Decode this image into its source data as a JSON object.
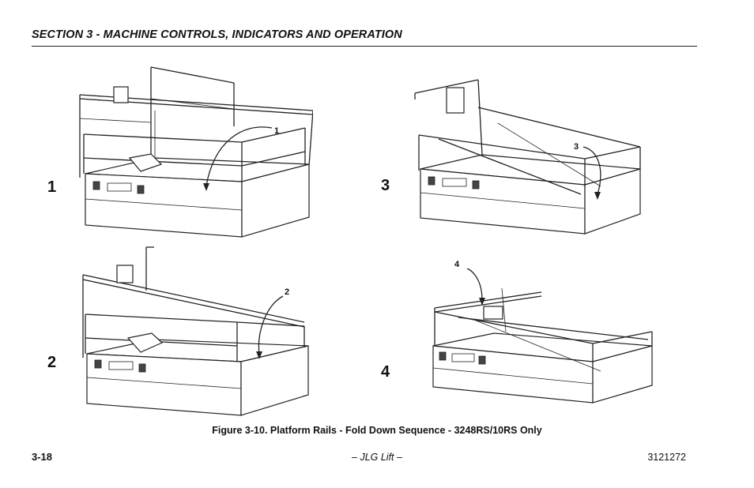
{
  "header": {
    "title": "SECTION 3 - MACHINE CONTROLS, INDICATORS AND OPERATION"
  },
  "figures": [
    {
      "step": "1",
      "callout": "1"
    },
    {
      "step": "2",
      "callout": "2"
    },
    {
      "step": "3",
      "callout": "3"
    },
    {
      "step": "4",
      "callout": "4"
    }
  ],
  "caption": "Figure 3-10. Platform Rails - Fold Down Sequence - 3248RS/10RS Only",
  "footer": {
    "page_number": "3-18",
    "center": "– JLG Lift –",
    "doc_number": "3121272"
  }
}
